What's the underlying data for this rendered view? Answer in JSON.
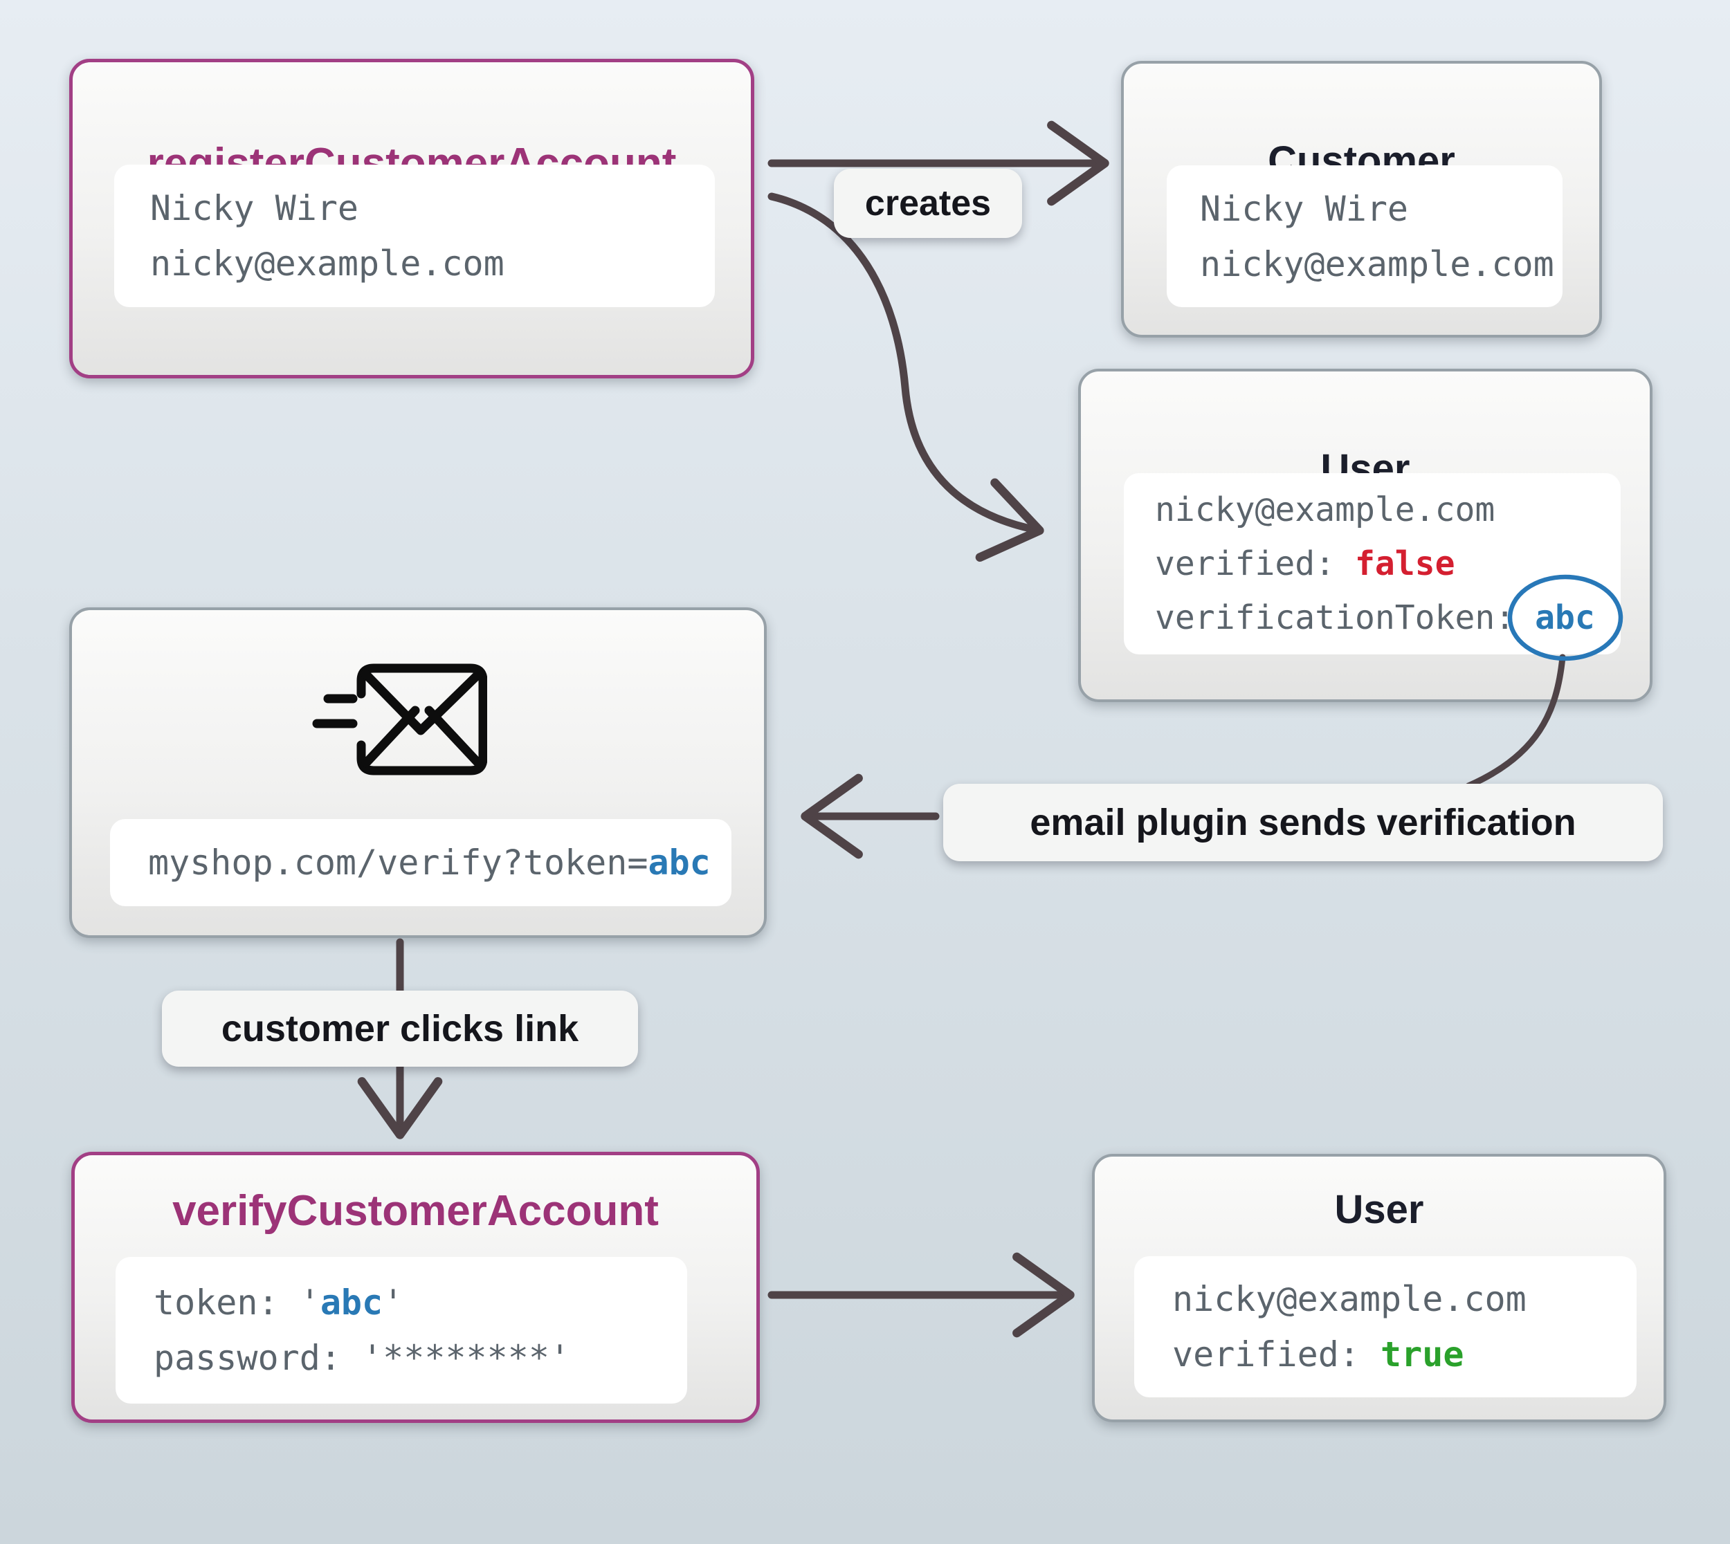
{
  "diagram": {
    "register": {
      "title": "registerCustomerAccount",
      "name": "Nicky Wire",
      "email": "nicky@example.com"
    },
    "customer": {
      "title": "Customer",
      "name": "Nicky Wire",
      "email": "nicky@example.com"
    },
    "user_unverified": {
      "title": "User",
      "email": "nicky@example.com",
      "verified_label": "verified:",
      "verified_value": "false",
      "token_label": "verificationToken:",
      "token_value": "abc"
    },
    "email_node": {
      "url_prefix": "myshop.com/verify?token=",
      "token": "abc"
    },
    "verify": {
      "title": "verifyCustomerAccount",
      "token_label": "token:",
      "token_value": "abc",
      "password_label": "password:",
      "password_value": "********",
      "quote": "'"
    },
    "user_verified": {
      "title": "User",
      "email": "nicky@example.com",
      "verified_label": "verified:",
      "verified_value": "true"
    },
    "labels": {
      "creates": "creates",
      "email_plugin": "email plugin sends verification",
      "customer_clicks": "customer clicks link"
    },
    "colors": {
      "purple_accent": "#9c3377",
      "purple_border": "#a23f85",
      "gray_border": "#97a1a8",
      "mono_gray": "#5b646c",
      "false_red": "#d41f30",
      "true_green": "#2aa12b",
      "token_blue": "#2979b5",
      "arrow": "#4f4347",
      "circle_blue": "#2878b8"
    }
  }
}
